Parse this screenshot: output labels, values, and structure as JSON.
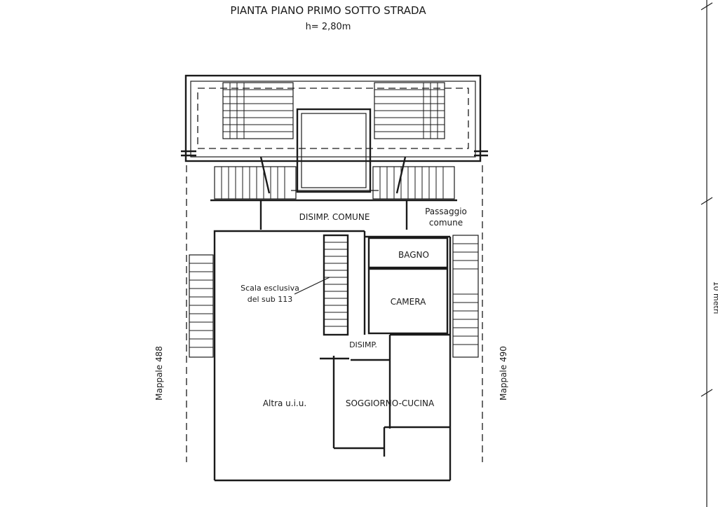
{
  "title": "PIANTA PIANO PRIMO SOTTO STRADA",
  "height_note": "h= 2,80m",
  "rooms": {
    "disimp_comune": "DISIMP. COMUNE",
    "passaggio_line1": "Passaggio",
    "passaggio_line2": "comune",
    "bagno": "BAGNO",
    "camera": "CAMERA",
    "scala_line1": "Scala esclusiva",
    "scala_line2": "del sub 113",
    "disimp": "DISIMP.",
    "altra_ulu": "Altra u.i.u.",
    "soggiorno_cucina": "SOGGIORNO-CUCINA"
  },
  "neighbors": {
    "left": "Mappale 488",
    "right": "Mappale 490"
  },
  "scale_bar": {
    "label": "10 metri"
  },
  "colors": {
    "ink": "#1a1a1a",
    "paper": "#ffffff"
  }
}
